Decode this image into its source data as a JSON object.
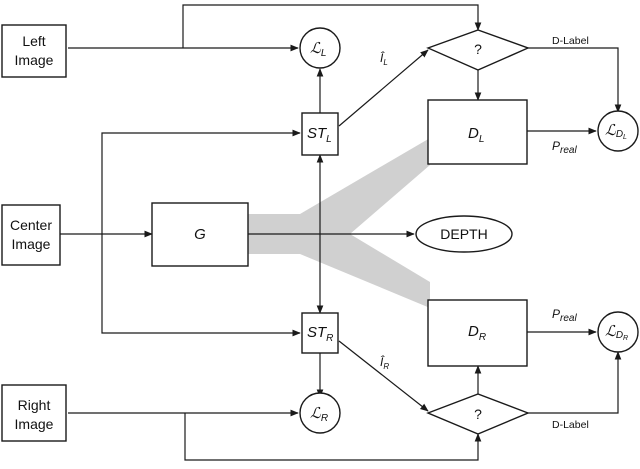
{
  "inputs": {
    "left_line1": "Left",
    "left_line2": "Image",
    "center_line1": "Center",
    "center_line2": "Image",
    "right_line1": "Right",
    "right_line2": "Image"
  },
  "generator": {
    "label": "G"
  },
  "depth": {
    "label": "DEPTH"
  },
  "spatial_transformers": {
    "left": {
      "main": "ST",
      "sub": "L"
    },
    "right": {
      "main": "ST",
      "sub": "R"
    }
  },
  "discriminators": {
    "left": {
      "main": "D",
      "sub": "L"
    },
    "right": {
      "main": "D",
      "sub": "R"
    }
  },
  "switches": {
    "left": "?",
    "right": "?"
  },
  "losses": {
    "left": {
      "symbol": "ℒ",
      "sub": "L"
    },
    "right": {
      "symbol": "ℒ",
      "sub": "R"
    },
    "disc_left": {
      "symbol": "ℒ",
      "sub": "D",
      "subsub": "L"
    },
    "disc_right": {
      "symbol": "ℒ",
      "sub": "D",
      "subsub": "R"
    }
  },
  "edge_labels": {
    "d_label_top": "D-Label",
    "d_label_bottom": "D-Label",
    "p_real_top": {
      "main": "P",
      "sub": "real"
    },
    "p_real_bottom": {
      "main": "P",
      "sub": "real"
    },
    "i_hat_left": {
      "main": "Î",
      "sub": "L"
    },
    "i_hat_right": {
      "main": "Î",
      "sub": "R"
    }
  }
}
